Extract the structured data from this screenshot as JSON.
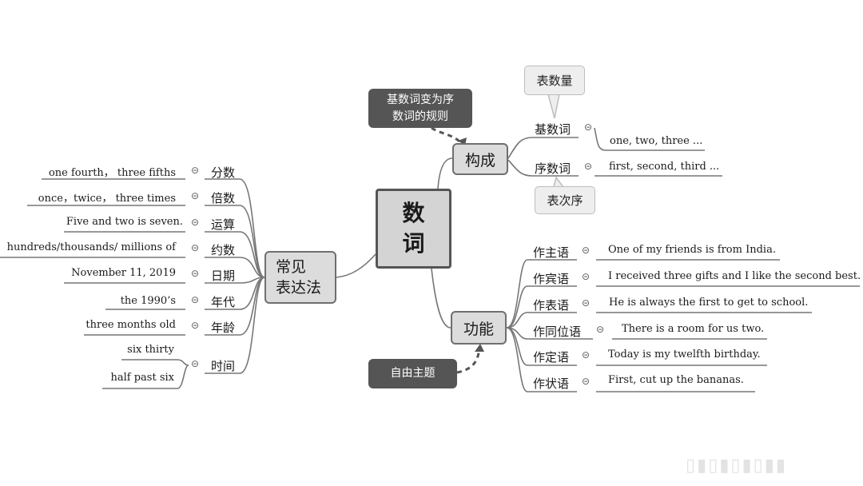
{
  "central": "数\n词",
  "goucheng": {
    "label": "构成",
    "callout_rule": "基数词变为序\n数词的规则",
    "cardinal": {
      "label": "基数词",
      "example": "one, two, three ...",
      "note": "表数量"
    },
    "ordinal": {
      "label": "序数词",
      "example": "first, second, third ...",
      "note": "表次序"
    }
  },
  "gongneng": {
    "label": "功能",
    "callout_free": "自由主题",
    "items": [
      {
        "label": "作主语",
        "example": "One of my friends is from India."
      },
      {
        "label": "作宾语",
        "example": "I received three gifts and I like the second best."
      },
      {
        "label": "作表语",
        "example": "He is always the first to get to school."
      },
      {
        "label": "作同位语",
        "example": "There is a room for us two."
      },
      {
        "label": "作定语",
        "example": "Today is my twelfth birthday."
      },
      {
        "label": "作状语",
        "example": "First, cut up the bananas."
      }
    ]
  },
  "changjian": {
    "label": "常见\n表达法",
    "items": [
      {
        "label": "分数",
        "examples": [
          "one fourth，  three fifths"
        ]
      },
      {
        "label": "倍数",
        "examples": [
          "once，twice，  three times"
        ]
      },
      {
        "label": "运算",
        "examples": [
          "Five and two is seven."
        ]
      },
      {
        "label": "约数",
        "examples": [
          "hundreds/thousands/ millions of"
        ]
      },
      {
        "label": "日期",
        "examples": [
          "November 11, 2019"
        ]
      },
      {
        "label": "年代",
        "examples": [
          "the 1990’s"
        ]
      },
      {
        "label": "年龄",
        "examples": [
          "three months old"
        ]
      },
      {
        "label": "时间",
        "examples": [
          "six thirty",
          "half past six"
        ]
      }
    ]
  },
  "collapse_glyph": "⊝"
}
